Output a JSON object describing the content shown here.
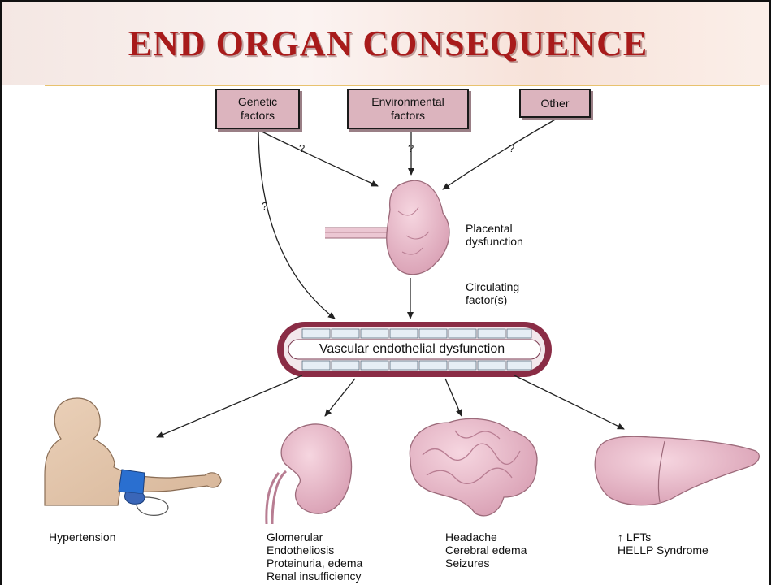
{
  "title": "END ORGAN CONSEQUENCE",
  "boxes": {
    "genetic": "Genetic\nfactors",
    "environmental": "Environmental\nfactors",
    "other": "Other"
  },
  "question_mark": "?",
  "labels": {
    "placental": "Placental\ndysfunction",
    "circulating": "Circulating\nfactor(s)",
    "vascular": "Vascular endothelial dysfunction"
  },
  "outcomes": {
    "hypertension": "Hypertension",
    "kidney": "Glomerular\nEndotheliosis\nProteinuria, edema\nRenal insufficiency",
    "brain": "Headache\nCerebral edema\nSeizures",
    "liver": "↑ LFTs\nHELLP Syndrome"
  },
  "colors": {
    "title": "#a81b1b",
    "box_fill": "#dcb4be",
    "organ_pink": "#e8b6c6",
    "vessel_wall": "#8a2c45",
    "accent_rule": "#e8c26e"
  }
}
